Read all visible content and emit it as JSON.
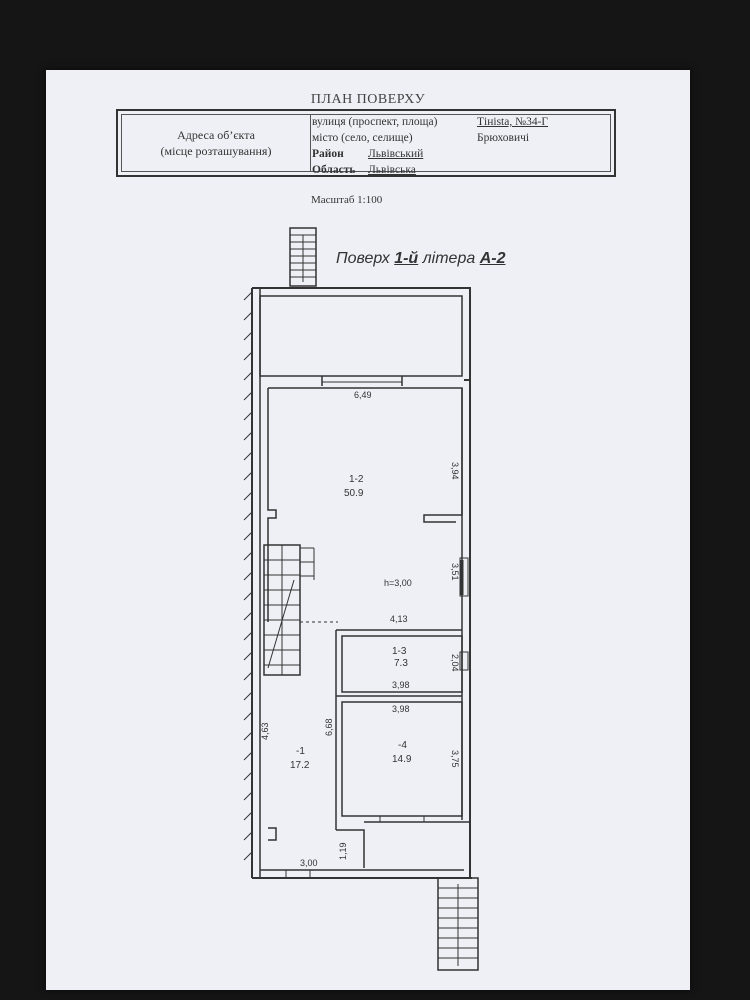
{
  "header": {
    "title": "ПЛАН ПОВЕРХУ"
  },
  "info": {
    "address_label_1": "Адреса об’єкта",
    "address_label_2": "(місце розташування)",
    "street_label": "вулиця (проспект, площа)",
    "street_value": "Тінista, №34-Г",
    "city_label": "місто (село, селище)",
    "city_value": "Брюховичі",
    "district_label": "Район",
    "district_value": "Львівський",
    "region_label": "Область",
    "region_value": "Львівська"
  },
  "scale": {
    "label": "Масштаб  1:100"
  },
  "floor": {
    "prefix": "Поверх ",
    "floor": "1-й",
    "middle": " літера ",
    "letter": "А-2"
  },
  "dimensions": {
    "top_width": "6,49",
    "room2_height": "3,94",
    "right_3_51": "3,51",
    "ceiling": "h=3,00",
    "mid_width": "4,13",
    "right_2_04": "2,04",
    "room3_width": "3,98",
    "room4_width": "3,98",
    "left_4_63": "4,63",
    "corridor_6_68": "6,68",
    "room4_height": "3,75",
    "bottom_1_19": "1,19",
    "bottom_3_00": "3,00"
  },
  "rooms": [
    {
      "id": "1-2",
      "area": "50.9"
    },
    {
      "id": "1-3",
      "area": "7.3"
    },
    {
      "id": "-1",
      "area": "17.2"
    },
    {
      "id": "-4",
      "area": "14.9"
    }
  ]
}
